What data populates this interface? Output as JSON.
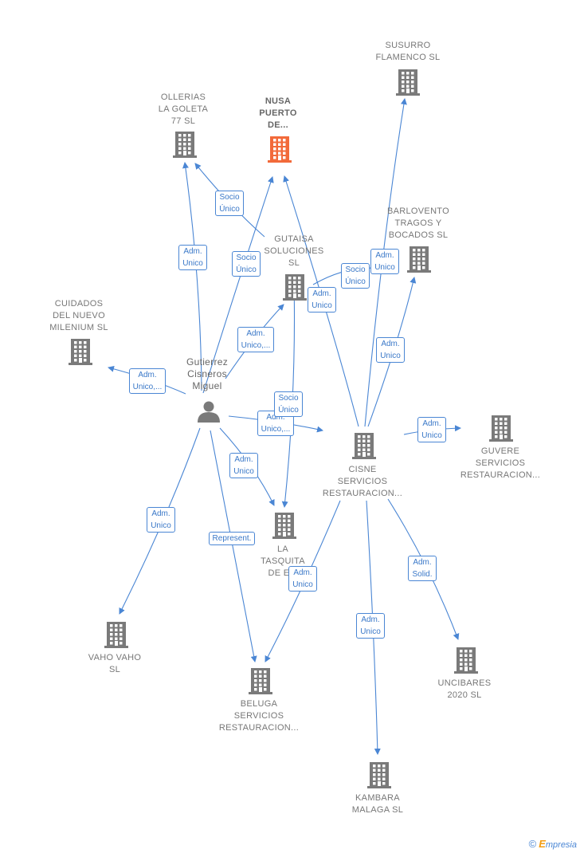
{
  "colors": {
    "edge": "#4a86d4",
    "building": "#7a7a7a",
    "building_main": "#f26a3a",
    "label": "#777777"
  },
  "nodes": [
    {
      "id": "susurro",
      "type": "building",
      "label": [
        "SUSURRO",
        "FLAMENCO  SL"
      ]
    },
    {
      "id": "ollerias",
      "type": "building",
      "label": [
        "OLLERIAS",
        "LA GOLETA",
        "77  SL"
      ]
    },
    {
      "id": "nusa",
      "type": "building-main",
      "label": [
        "NUSA",
        "PUERTO",
        "DE..."
      ]
    },
    {
      "id": "barlovento",
      "type": "building",
      "label": [
        "BARLOVENTO",
        "TRAGOS Y",
        "BOCADOS  SL"
      ]
    },
    {
      "id": "gutaisa",
      "type": "building",
      "label": [
        "GUTAISA",
        "SOLUCIONES",
        "SL"
      ]
    },
    {
      "id": "cuidados",
      "type": "building",
      "label": [
        "CUIDADOS",
        "DEL NUEVO",
        "MILENIUM SL"
      ]
    },
    {
      "id": "gutierrez",
      "type": "person",
      "label": [
        "Gutierrez",
        "Cisneros",
        "Miguel"
      ]
    },
    {
      "id": "cisne",
      "type": "building",
      "label": [
        "CISNE",
        "SERVICIOS",
        "RESTAURACION..."
      ]
    },
    {
      "id": "guvere",
      "type": "building",
      "label": [
        "GUVERE",
        "SERVICIOS",
        "RESTAURACION..."
      ]
    },
    {
      "id": "tasquita",
      "type": "building",
      "label": [
        "LA",
        "TASQUITA",
        "DE E..."
      ]
    },
    {
      "id": "vaho",
      "type": "building",
      "label": [
        "VAHO VAHO",
        "SL"
      ]
    },
    {
      "id": "beluga",
      "type": "building",
      "label": [
        "BELUGA",
        "SERVICIOS",
        "RESTAURACION..."
      ]
    },
    {
      "id": "uncibares",
      "type": "building",
      "label": [
        "UNCIBARES",
        "2020  SL"
      ]
    },
    {
      "id": "kambara",
      "type": "building",
      "label": [
        "KAMBARA",
        "MALAGA  SL"
      ]
    }
  ],
  "edges": [
    {
      "id": "e1",
      "label": [
        "Adm.",
        "Unico"
      ]
    },
    {
      "id": "e2",
      "label": [
        "Socio",
        "Único"
      ]
    },
    {
      "id": "e3",
      "label": [
        "Socio",
        "Único"
      ]
    },
    {
      "id": "e4",
      "label": [
        "Adm.",
        "Unico,..."
      ]
    },
    {
      "id": "e5",
      "label": [
        "Adm.",
        "Unico,..."
      ]
    },
    {
      "id": "e6",
      "label": [
        "Adm.",
        "Unico,..."
      ]
    },
    {
      "id": "e7",
      "label": [
        "Socio",
        "Único"
      ]
    },
    {
      "id": "e8",
      "label": [
        "Adm.",
        "Unico"
      ]
    },
    {
      "id": "e9",
      "label": [
        "Adm.",
        "Unico"
      ]
    },
    {
      "id": "e10",
      "label": [
        "Represent."
      ]
    },
    {
      "id": "e11",
      "label": [
        "Adm.",
        "Unico"
      ]
    },
    {
      "id": "e12",
      "label": [
        "Socio",
        "Único"
      ]
    },
    {
      "id": "e13",
      "label": [
        "Adm.",
        "Unico"
      ]
    },
    {
      "id": "e14",
      "label": [
        "Adm.",
        "Unico"
      ]
    },
    {
      "id": "e15",
      "label": [
        "Adm.",
        "Unico"
      ]
    },
    {
      "id": "e16",
      "label": [
        "Adm.",
        "Unico"
      ]
    },
    {
      "id": "e17",
      "label": [
        "Adm.",
        "Solid."
      ]
    },
    {
      "id": "e18",
      "label": [
        "Adm.",
        "Unico"
      ]
    }
  ],
  "brand": {
    "symbol": "©",
    "initial": "E",
    "rest": "mpresia"
  }
}
